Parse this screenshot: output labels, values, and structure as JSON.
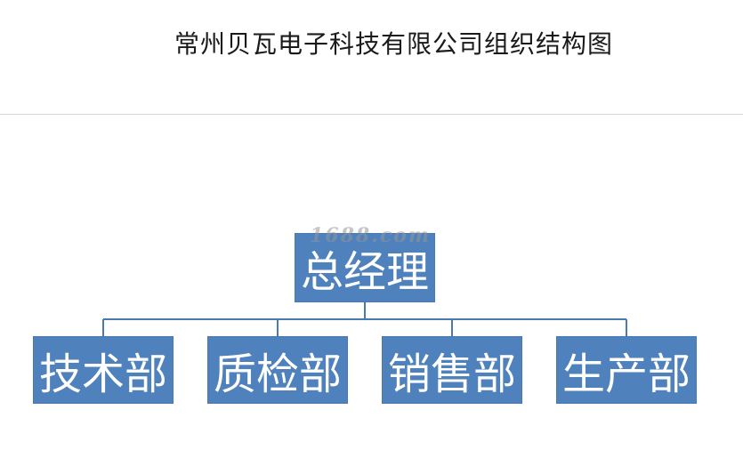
{
  "title": "常州贝瓦电子科技有限公司组织结构图",
  "watermark": "1688.com",
  "colors": {
    "node_fill": "#4f81bd",
    "node_text": "#ffffff",
    "connector": "#4a78b0"
  },
  "org": {
    "root": {
      "label": "总经理"
    },
    "children": [
      {
        "label": "技术部"
      },
      {
        "label": "质检部"
      },
      {
        "label": "销售部"
      },
      {
        "label": "生产部"
      }
    ]
  }
}
